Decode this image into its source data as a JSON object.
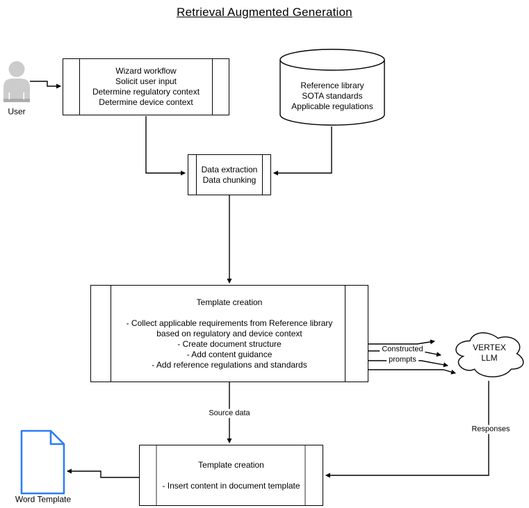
{
  "title": "Retrieval Augmented Generation",
  "colors": {
    "stroke": "#000000",
    "inner_divider_gray": "#999999",
    "document_blue": "#2D7DF6",
    "user_fill": "#CCCCCC",
    "user_band": "#ADADAD"
  },
  "nodes": {
    "user": {
      "label": "User"
    },
    "wizard_workflow": {
      "lines": [
        "Wizard workflow",
        "Solicit user input",
        "Determine regulatory context",
        "Determine device context"
      ]
    },
    "reference_library": {
      "lines": [
        "Reference library",
        "SOTA standards",
        "Applicable regulations"
      ]
    },
    "data_extraction": {
      "lines": [
        "Data extraction",
        "Data chunking"
      ]
    },
    "template_creation": {
      "title": "Template creation",
      "bullets": [
        "- Collect applicable requirements from Reference library",
        "based on regulatory and device context",
        "- Create document structure",
        "- Add content guidance",
        "- Add reference regulations and standards"
      ]
    },
    "vertex_llm": {
      "lines": [
        "VERTEX",
        "LLM"
      ]
    },
    "template_insertion": {
      "title": "Template creation",
      "bullets": [
        "- Insert content in document template"
      ]
    },
    "word_template": {
      "label": "Word Template"
    }
  },
  "edge_labels": {
    "constructed": "Constructed",
    "prompts": "prompts",
    "source_data": "Source data",
    "responses": "Responses"
  }
}
